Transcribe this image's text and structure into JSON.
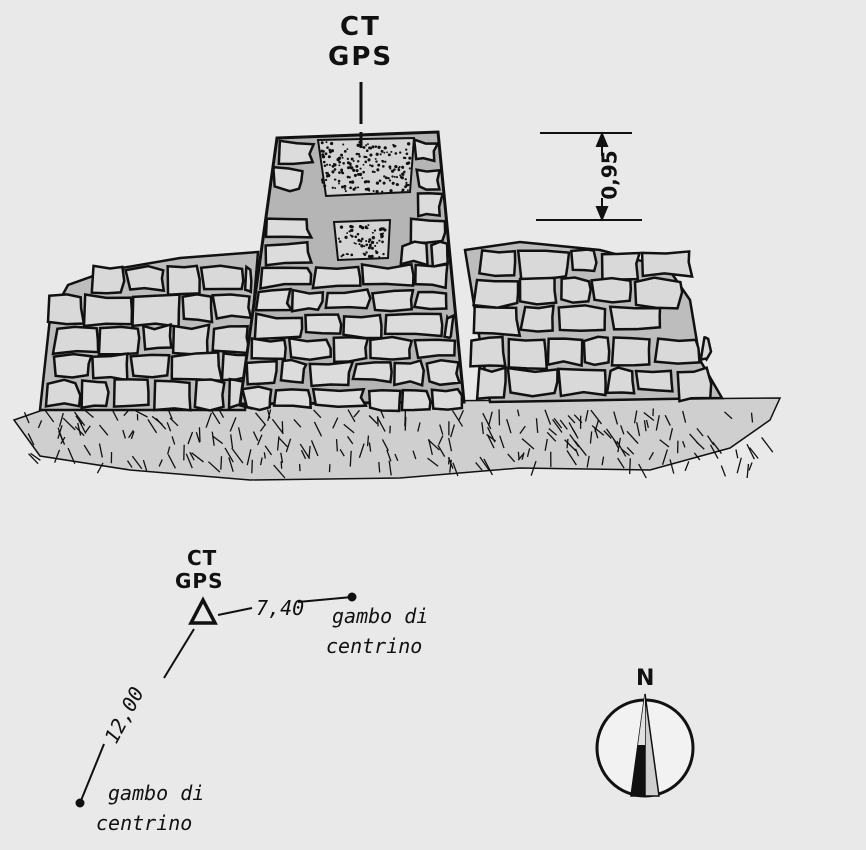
{
  "elevation": {
    "station_line1": "CT",
    "station_line2": "GPS",
    "height_label": "0,95"
  },
  "plan": {
    "station_line1": "CT",
    "station_line2": "GPS",
    "ref1_distance": "7,40",
    "ref1_line1": "gambo di",
    "ref1_line2": "centrino",
    "ref2_distance": "12,00",
    "ref2_line1": "gambo di",
    "ref2_line2": "centrino"
  },
  "compass": {
    "north_label": "N"
  }
}
